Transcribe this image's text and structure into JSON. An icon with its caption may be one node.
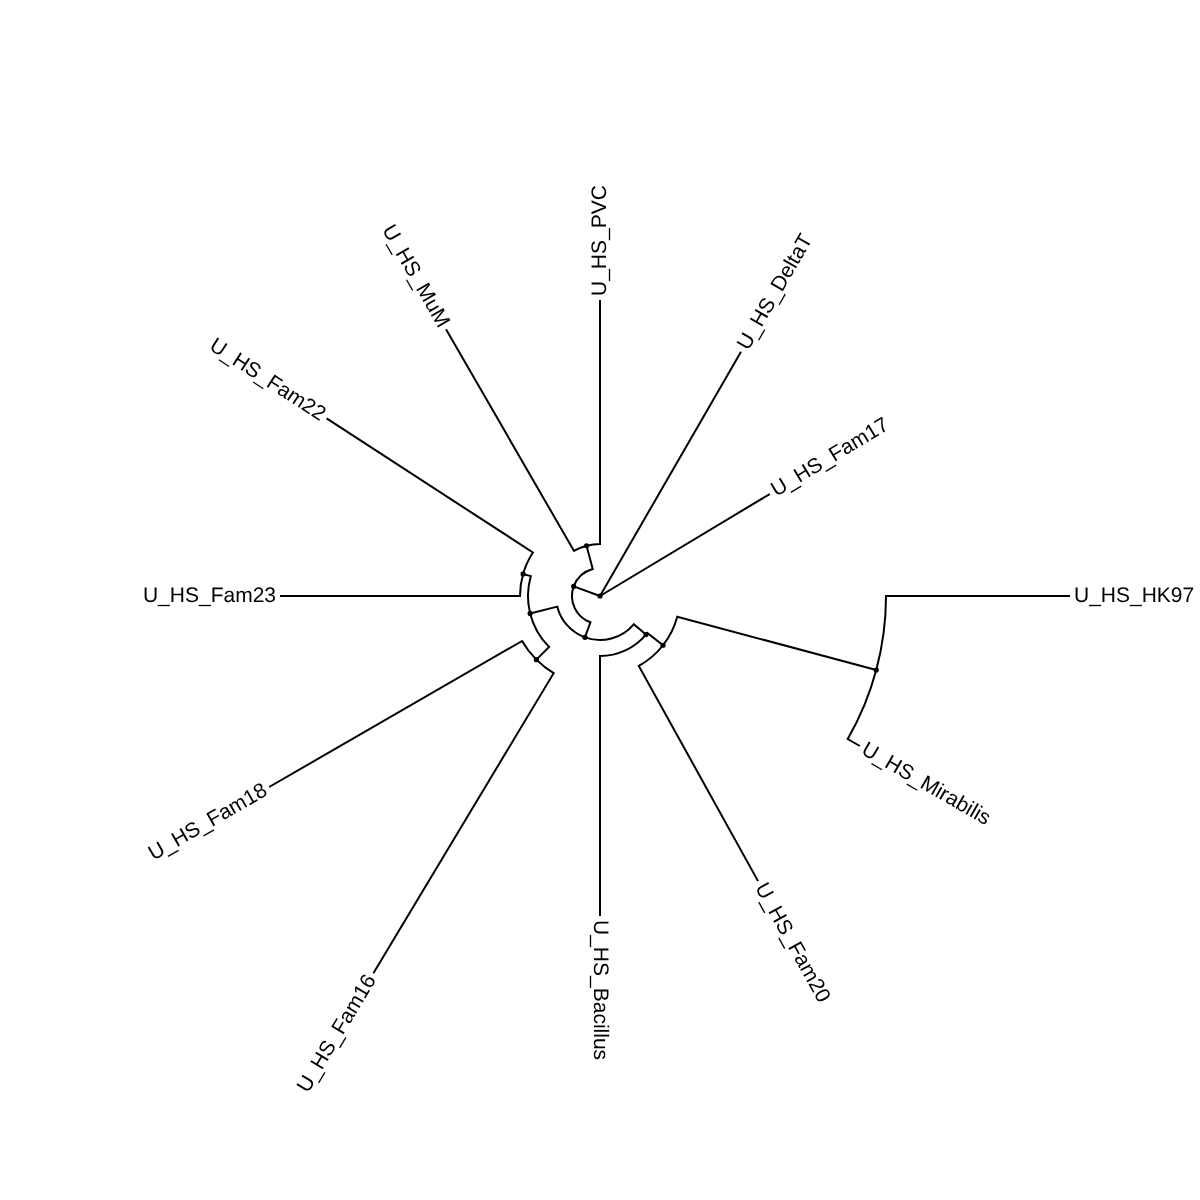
{
  "diagram": {
    "nodes": [
      {
        "text": [
          "U_HS_PVC"
        ]
      },
      {
        "text": [
          "U_HS_DeltaT"
        ]
      },
      {
        "text": [
          "U_HS_Fam17"
        ]
      },
      {
        "text": [
          "U_HS_HK97"
        ]
      },
      {
        "text": [
          "U_HS_Mirabilis"
        ]
      },
      {
        "text": [
          "U_HS_Fam20"
        ]
      },
      {
        "text": [
          "U_HS_Bacillus"
        ]
      },
      {
        "text": [
          "U_HS_Fam16"
        ]
      },
      {
        "text": [
          "U_HS_Fam18"
        ]
      },
      {
        "text": [
          "U_HS_Fam23"
        ]
      },
      {
        "text": [
          "U_HS_Fam22"
        ]
      },
      {
        "text": [
          "U_HS_MuM"
        ]
      },
      {
        "text": [],
        "shape": "point"
      },
      {
        "text": [],
        "shape": "point"
      },
      {
        "text": [],
        "shape": "point"
      },
      {
        "text": [],
        "shape": "point"
      },
      {
        "text": [],
        "shape": "point"
      },
      {
        "text": [],
        "shape": "point"
      },
      {
        "text": [],
        "shape": "point"
      },
      {
        "text": [],
        "shape": "point"
      },
      {
        "text": [],
        "shape": "point"
      },
      {
        "text": [],
        "shape": "point"
      }
    ],
    "edges": [
      {
        "from": 12,
        "to": 1,
        "arrow": "none"
      },
      {
        "from": 12,
        "to": 2,
        "arrow": "none"
      },
      {
        "from": 12,
        "to": 13,
        "arrow": "none"
      },
      {
        "from": 13,
        "to": 14,
        "arrow": "none"
      },
      {
        "from": 13,
        "to": 15,
        "arrow": "none"
      },
      {
        "from": 14,
        "to": 11,
        "arrow": "none"
      },
      {
        "from": 14,
        "to": 0,
        "arrow": "none"
      },
      {
        "from": 15,
        "to": 16,
        "arrow": "none"
      },
      {
        "from": 15,
        "to": 17,
        "arrow": "none"
      },
      {
        "from": 16,
        "to": 6,
        "arrow": "none"
      },
      {
        "from": 16,
        "to": 18,
        "arrow": "none"
      },
      {
        "from": 18,
        "to": 5,
        "arrow": "none"
      },
      {
        "from": 18,
        "to": 19,
        "arrow": "none"
      },
      {
        "from": 19,
        "to": 3,
        "arrow": "none"
      },
      {
        "from": 19,
        "to": 4,
        "arrow": "none"
      },
      {
        "from": 17,
        "to": 20,
        "arrow": "none"
      },
      {
        "from": 17,
        "to": 21,
        "arrow": "none"
      },
      {
        "from": 20,
        "to": 7,
        "arrow": "none"
      },
      {
        "from": 20,
        "to": 8,
        "arrow": "none"
      },
      {
        "from": 21,
        "to": 9,
        "arrow": "none"
      },
      {
        "from": 21,
        "to": 10,
        "arrow": "none"
      }
    ]
  }
}
